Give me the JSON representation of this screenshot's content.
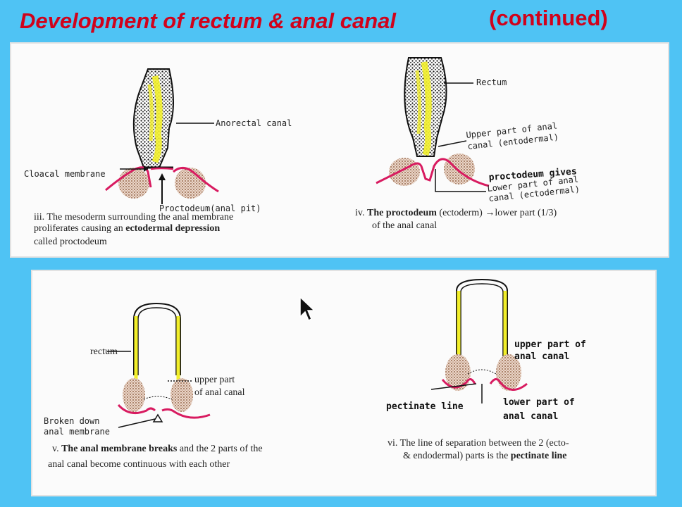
{
  "title": {
    "main": "Development of rectum & anal canal",
    "continued": "(continued)"
  },
  "figures": {
    "iii": {
      "labels": {
        "anorectal_canal": "Anorectal canal",
        "cloacal_membrane": "Cloacal membrane",
        "proctodeum": "Proctodeum(anal pit)"
      },
      "caption": {
        "prefix": "iii.",
        "line1": "The mesoderm surrounding the anal membrane",
        "line2_pre": "proliferates causing an ",
        "line2_bold": "ectodermal depression",
        "line3": "called proctodeum"
      }
    },
    "iv": {
      "labels": {
        "rectum": "Rectum",
        "upper_part_1": "Upper part of anal",
        "upper_part_2": "canal (entodermal)",
        "proctodeum_gives": "proctodeum gives",
        "lower_part_1": "Lower part of anal",
        "lower_part_2": "canal (ectodermal)"
      },
      "caption": {
        "prefix": "iv.",
        "bold": "The proctodeum",
        "rest": " (ectoderm) →lower part (1/3)",
        "line2": "of the anal canal"
      }
    },
    "v": {
      "labels": {
        "rectum": "rectum",
        "upper_part_1": "upper part",
        "upper_part_2": "of anal canal",
        "broken_1": "Broken down",
        "broken_2": "anal membrane"
      },
      "caption": {
        "prefix": "v.",
        "bold": "The anal membrane breaks",
        "rest": " and the 2 parts of the",
        "line2": "anal canal become continuous with each other"
      }
    },
    "vi": {
      "labels": {
        "upper_part_1": "upper part of",
        "upper_part_2": "anal canal",
        "pectinate_line": "pectinate line",
        "lower_part_1": "lower part of",
        "lower_part_2": "anal canal"
      },
      "caption": {
        "prefix": "vi.",
        "line1": "The line of separation between the 2 (ecto-",
        "line2_pre": "& endodermal) parts is the ",
        "line2_bold": "pectinate line"
      }
    }
  },
  "colors": {
    "background": "#4fc3f4",
    "title": "#d0021b",
    "ectoderm_red": "#d81b60",
    "endoderm_yellow": "#f2ef2a",
    "mesoderm_brown": "#b07a5a"
  },
  "icons": [
    "mouse-pointer-icon"
  ]
}
